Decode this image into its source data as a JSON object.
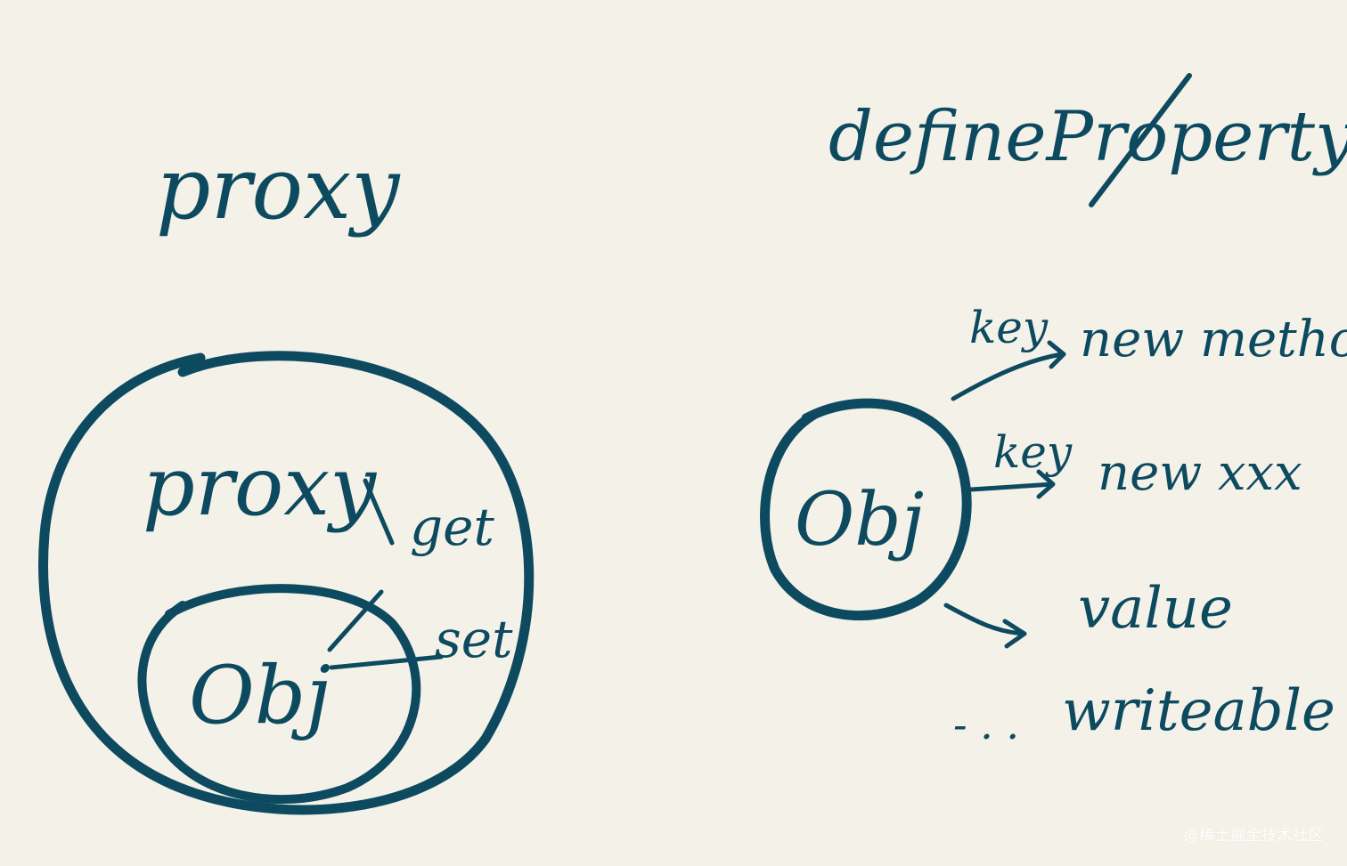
{
  "left_diagram": {
    "title": "proxy",
    "outer_label": "proxy",
    "inner_label": "Obj",
    "get_label": "get",
    "set_label": "set"
  },
  "right_diagram": {
    "title": "defineProperty",
    "center_label": "Obj",
    "branches": [
      {
        "arrow_label": "key",
        "target": "new method"
      },
      {
        "arrow_label": "key",
        "target": "new xxx"
      },
      {
        "arrow_label": "",
        "target": "value"
      },
      {
        "arrow_label": "",
        "target": "writeable"
      }
    ],
    "ellipsis": "- . ."
  },
  "watermark": "@稀土掘金技术社区",
  "colors": {
    "ink": "#0d4a60",
    "paper": "#f4f2e8"
  }
}
